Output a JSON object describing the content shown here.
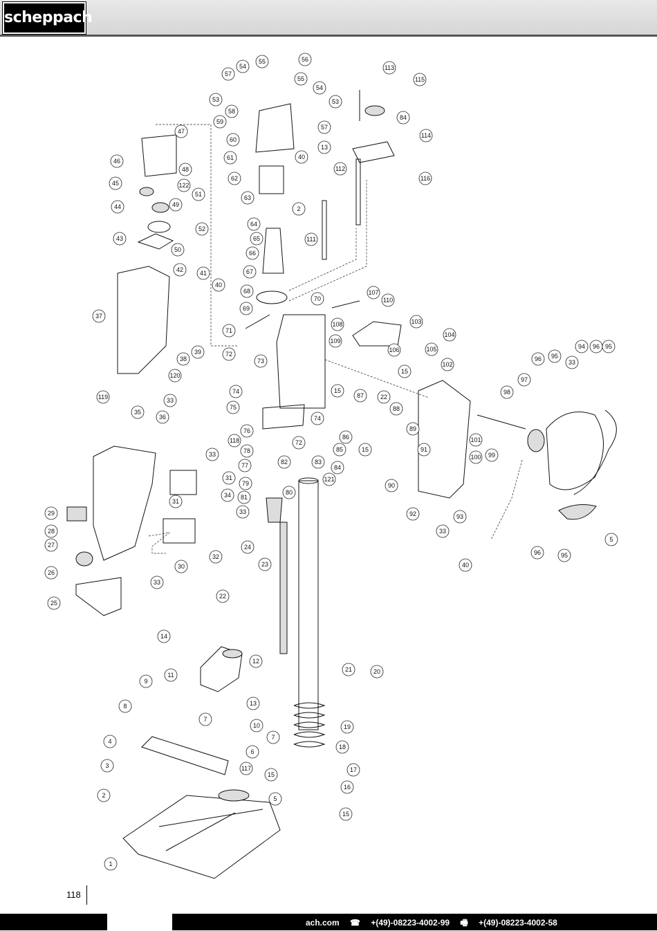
{
  "header": {
    "logo_text": "scheppach"
  },
  "page_number": "118",
  "footer": {
    "website": "ach.com",
    "phone_icon": "phone-icon",
    "phone": "+(49)-08223-4002-99",
    "fax_icon": "fax-icon",
    "fax": "+(49)-08223-4002-58"
  },
  "diagram": {
    "title": "",
    "callout_labels": [
      "1",
      "2",
      "3",
      "4",
      "5",
      "6",
      "7",
      "8",
      "9",
      "10",
      "11",
      "12",
      "13",
      "14",
      "15",
      "16",
      "17",
      "18",
      "19",
      "20",
      "21",
      "22",
      "23",
      "24",
      "25",
      "26",
      "27",
      "28",
      "29",
      "30",
      "31",
      "32",
      "33",
      "34",
      "35",
      "36",
      "37",
      "38",
      "39",
      "40",
      "41",
      "42",
      "43",
      "44",
      "45",
      "46",
      "47",
      "48",
      "49",
      "50",
      "51",
      "52",
      "53",
      "54",
      "55",
      "56",
      "57",
      "58",
      "59",
      "60",
      "61",
      "62",
      "63",
      "64",
      "65",
      "66",
      "67",
      "68",
      "69",
      "70",
      "71",
      "72",
      "73",
      "74",
      "75",
      "76",
      "77",
      "78",
      "79",
      "80",
      "81",
      "82",
      "83",
      "84",
      "85",
      "86",
      "87",
      "88",
      "89",
      "90",
      "91",
      "92",
      "93",
      "94",
      "95",
      "96",
      "97",
      "98",
      "99",
      "100",
      "101",
      "102",
      "103",
      "104",
      "105",
      "106",
      "107",
      "108",
      "109",
      "110",
      "111",
      "112",
      "113",
      "114",
      "115",
      "116",
      "117",
      "118",
      "119",
      "120",
      "121",
      "122"
    ]
  }
}
